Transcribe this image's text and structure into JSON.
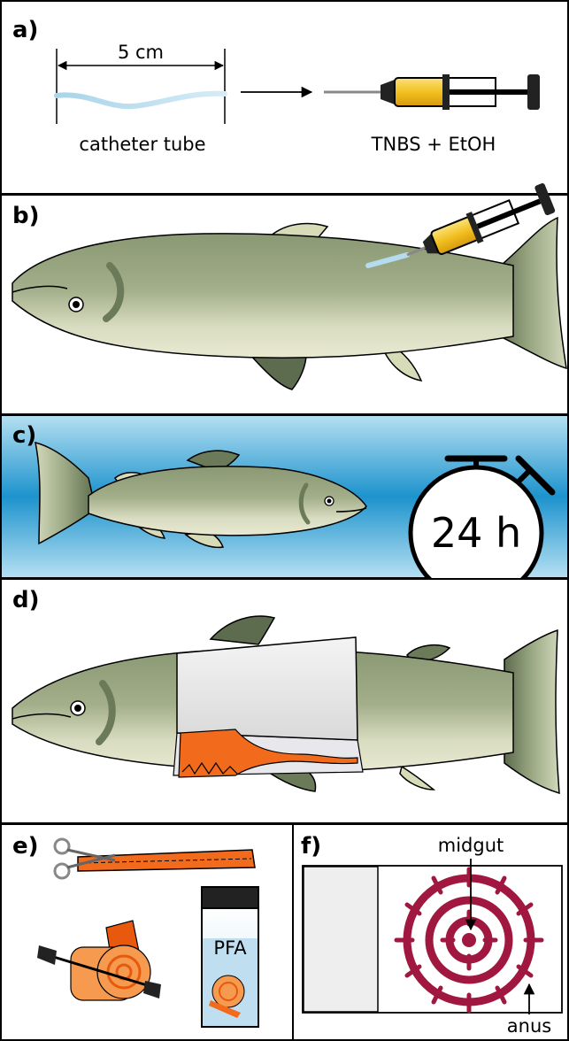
{
  "panels": {
    "a": {
      "tag": "a)",
      "length_label": "5 cm",
      "tube_label": "catheter tube",
      "syringe_label": "TNBS + EtOH"
    },
    "b": {
      "tag": "b)"
    },
    "c": {
      "tag": "c)",
      "timer_label": "24 h"
    },
    "d": {
      "tag": "d)"
    },
    "e": {
      "tag": "e)",
      "vial_label": "PFA"
    },
    "f": {
      "tag": "f)",
      "midgut_label": "midgut",
      "anus_label": "anus"
    }
  },
  "colors": {
    "fish_body": "#7b8a66",
    "fish_belly": "#e6e6c8",
    "fish_dark": "#5c6b4c",
    "water_light": "#a9d8ee",
    "water_dark": "#1a8fc9",
    "gut_orange": "#f26a1b",
    "gut_spiral": "#a0173f",
    "syringe_yellow": "#f2c021",
    "tube_blue": "#b5dcee"
  },
  "icons": [
    "syringe-icon",
    "stopwatch-icon",
    "scissors-icon",
    "vial-icon",
    "fish-icon"
  ]
}
